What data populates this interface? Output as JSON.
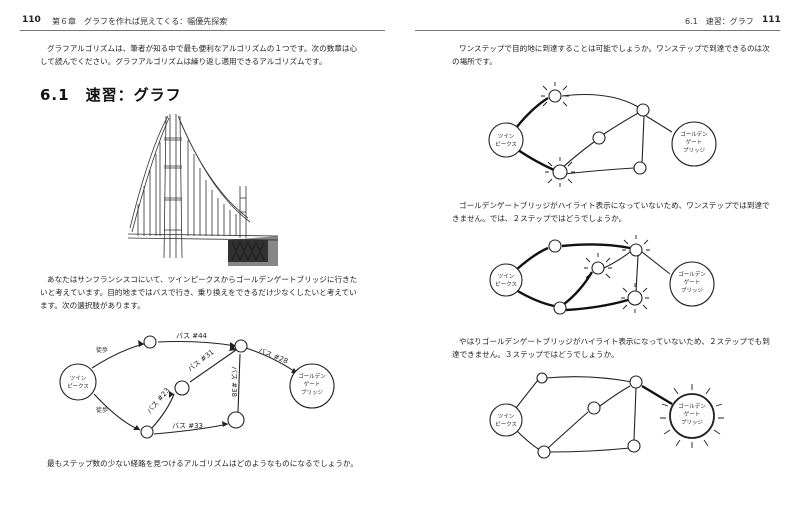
{
  "left": {
    "page_number": "110",
    "running_head": "第６章　グラフを作れば見えてくる：幅優先探索",
    "intro_line1": "グラフアルゴリズムは、筆者が知る中で最も便利なアルゴリズムの１つです。次の数章は心",
    "intro_line2": "して読んでください。グラフアルゴリズムは繰り返し適用できるアルゴリズムです。",
    "section_title": "6.1　速習：グラフ",
    "para2_line1": "あなたはサンフランシスコにいて、ツインピークスからゴールデンゲートブリッジに行きた",
    "para2_line2": "いと考えています。目的地まではバスで行き、乗り換えをできるだけ少なくしたいと考えてい",
    "para2_line3": "ます。次の選択肢があります。",
    "caption": "最もステップ数の少ない経路を見つけるアルゴリズムはどのようなものになるでしょうか。",
    "graph_labels": {
      "walk1": "徒歩",
      "walk2": "徒歩",
      "bus44": "バス #44",
      "bus28": "バス #28",
      "bus31": "バス #31",
      "bus23a": "バス #23",
      "bus23b": "バス #33",
      "bus38": "バス #38",
      "start": [
        "ツイン",
        "ピークス"
      ],
      "goal": [
        "ゴールデン",
        "ゲート",
        "ブリッジ"
      ]
    }
  },
  "right": {
    "page_number": "111",
    "running_head": "6.1　速習：グラフ",
    "para1_line1": "ワンステップで目的地に到達することは可能でしょうか。ワンステップで到達できるのは次",
    "para1_line2": "の場所です。",
    "para2_line1": "ゴールデンゲートブリッジがハイライト表示になっていないため、ワンステップでは到達で",
    "para2_line2": "きません。では、２ステップではどうでしょうか。",
    "para3_line1": "やはりゴールデンゲートブリッジがハイライト表示になっていないため、２ステップでも到",
    "para3_line2": "達できません。３ステップではどうでしょうか。",
    "node_start": [
      "ツイン",
      "ピークス"
    ],
    "node_goal": [
      "ゴールデン",
      "ゲート",
      "ブリッジ"
    ],
    "node_goal_final": [
      "ゴールデン",
      "ゲート",
      "ブリッジ"
    ]
  }
}
